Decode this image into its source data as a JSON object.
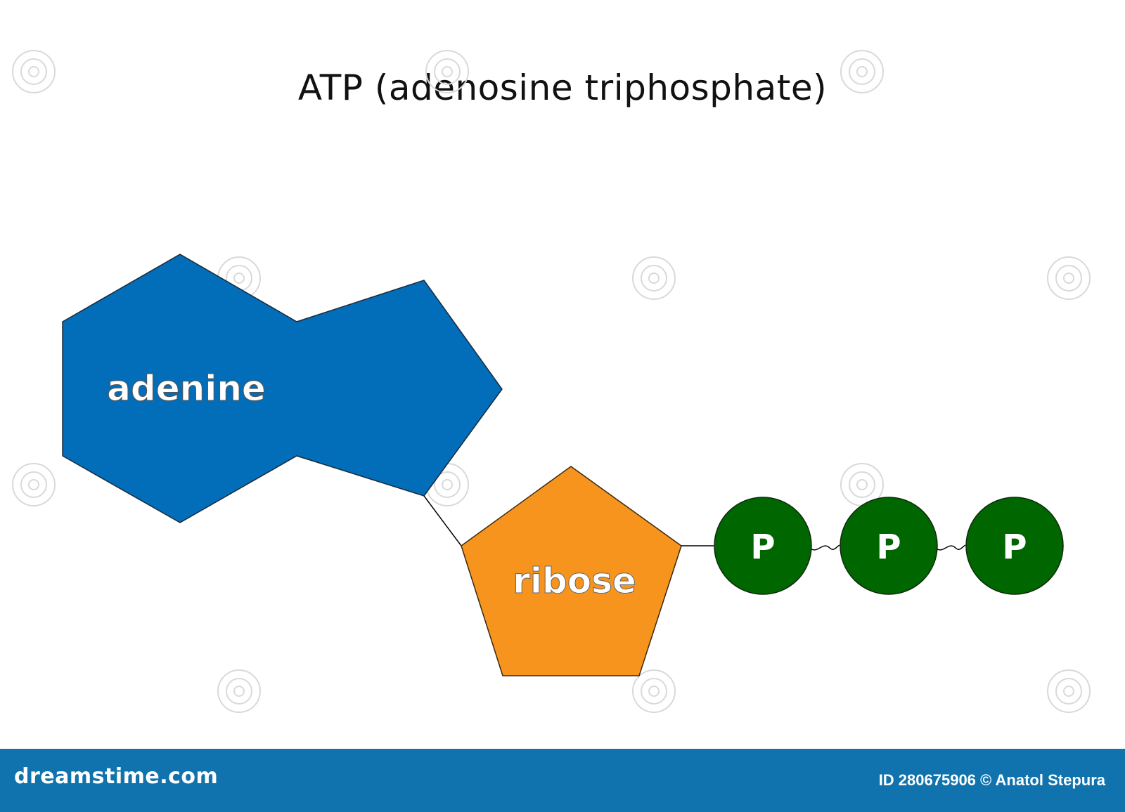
{
  "diagram": {
    "title": "ATP (adenosine triphosphate)",
    "components": {
      "adenine": {
        "label": "adenine",
        "color": "#026db8"
      },
      "ribose": {
        "label": "ribose",
        "color": "#f7941d"
      },
      "phosphates": [
        {
          "label": "P",
          "color": "#006600"
        },
        {
          "label": "P",
          "color": "#006600"
        },
        {
          "label": "P",
          "color": "#006600"
        }
      ]
    },
    "line_color": "#000000"
  },
  "footer": {
    "site": "dreamstime.com",
    "credit": "ID 280675906 © Anatol Stepura",
    "background": "#1073ad"
  }
}
